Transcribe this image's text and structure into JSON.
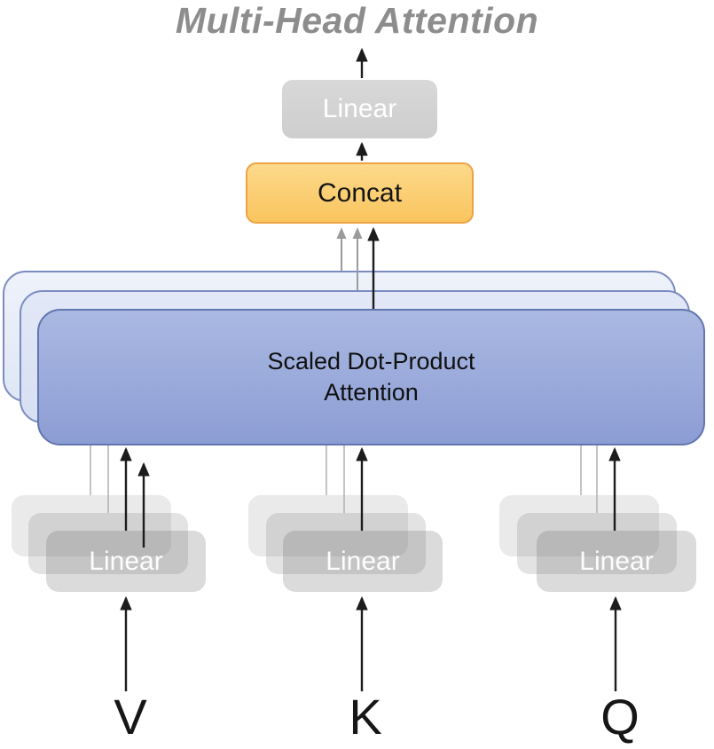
{
  "title": "Multi-Head Attention",
  "nodes": {
    "output_linear": {
      "label": "Linear"
    },
    "concat": {
      "label": "Concat"
    },
    "attention": {
      "line1": "Scaled Dot-Product",
      "line2": "Attention"
    },
    "linear_v": {
      "label": "Linear"
    },
    "linear_k": {
      "label": "Linear"
    },
    "linear_q": {
      "label": "Linear"
    }
  },
  "inputs": {
    "v": "V",
    "k": "K",
    "q": "Q"
  },
  "palette": {
    "title_gray": "#8d8d8d",
    "gray_box_top": "#d8d8d8",
    "gray_box_bottom": "#cecece",
    "gray_box_text": "#ffffff",
    "concat_top": "#fcd98b",
    "concat_bottom": "#fac55e",
    "concat_border": "#eda344",
    "blue_top": "#aab9e2",
    "blue_bottom": "#8c9dd4",
    "blue_border": "#6276af",
    "blue_light_border": "#7c8cc0",
    "arrow_black": "#1c1c1c",
    "arrow_gray": "#9b9b9b",
    "line_thin": "#ababab"
  }
}
